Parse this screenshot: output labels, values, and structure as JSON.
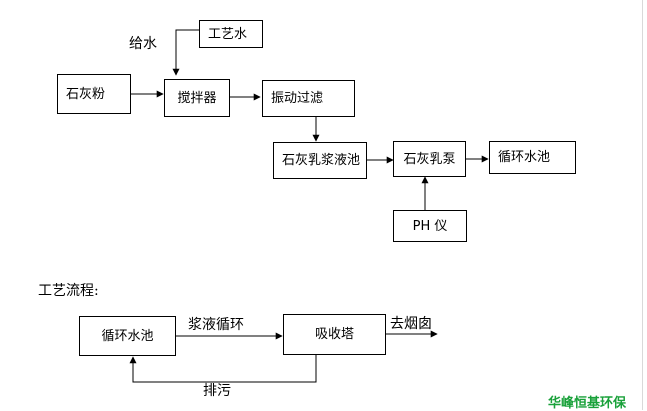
{
  "top_flow": {
    "water_supply_label": "给水",
    "process_water": "工艺水",
    "lime_powder": "石灰粉",
    "mixer": "搅拌器",
    "vibration_filter": "振动过滤",
    "lime_slurry_tank": "石灰乳浆液池",
    "lime_slurry_pump": "石灰乳泵",
    "circulating_pool": "循环水池",
    "ph_meter": "PH 仪"
  },
  "process_section": {
    "title": "工艺流程:",
    "circulating_pool": "循环水池",
    "absorption_tower": "吸收塔",
    "slurry_circulation_label": "浆液循环",
    "to_chimney_label": "去烟囱",
    "discharge_label": "排污"
  },
  "brand": "华峰恒基环保"
}
